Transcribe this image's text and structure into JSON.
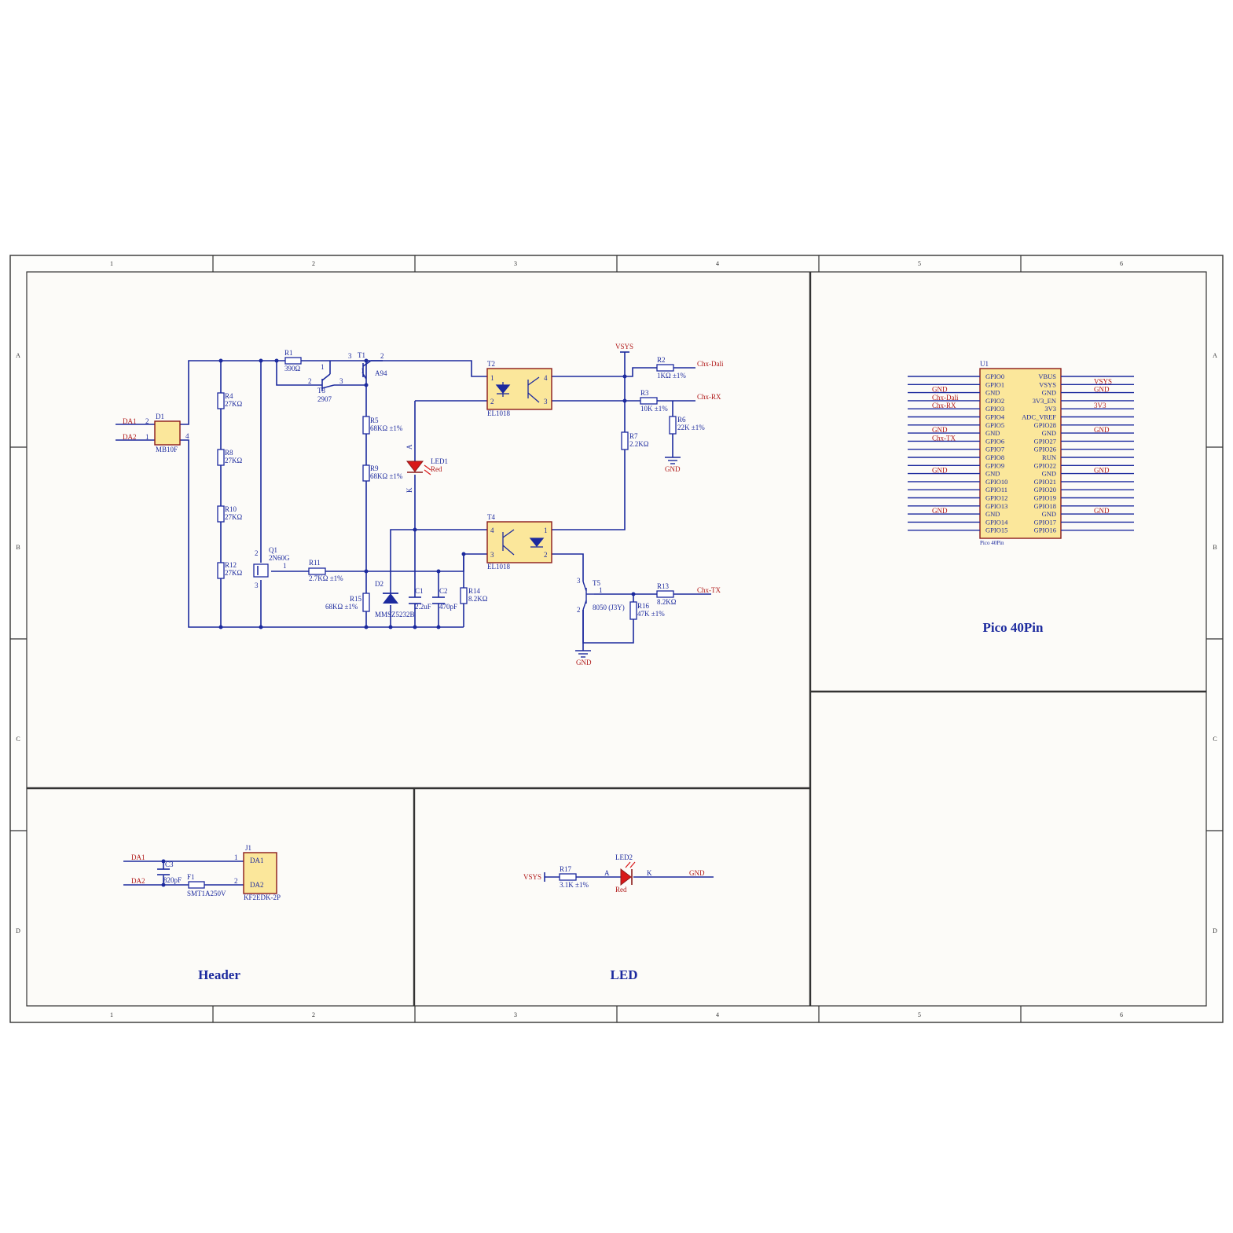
{
  "zones": {
    "cols": [
      "1",
      "2",
      "3",
      "4",
      "5",
      "6"
    ],
    "rows": [
      "A",
      "B",
      "C",
      "D"
    ]
  },
  "sections": {
    "header": "Header",
    "led": "LED",
    "pico": "Pico 40Pin"
  },
  "nets": {
    "da1": "DA1",
    "da2": "DA2",
    "vsys": "VSYS",
    "gnd": "GND",
    "chx_dali": "Chx-Dali",
    "chx_rx": "Chx-RX",
    "chx_tx": "Chx-TX",
    "v3v3": "3V3"
  },
  "components": {
    "d1": {
      "ref": "D1",
      "value": "MB10F",
      "p1": "1",
      "p2": "2",
      "p4": "4"
    },
    "r1": {
      "ref": "R1",
      "value": "390Ω"
    },
    "r2": {
      "ref": "R2",
      "value": "1KΩ ±1%"
    },
    "r3": {
      "ref": "R3",
      "value": "10K ±1%"
    },
    "r4": {
      "ref": "R4",
      "value": "27KΩ"
    },
    "r5": {
      "ref": "R5",
      "value": "68KΩ ±1%"
    },
    "r6": {
      "ref": "R6",
      "value": "22K ±1%"
    },
    "r7": {
      "ref": "R7",
      "value": "2.2KΩ"
    },
    "r8": {
      "ref": "R8",
      "value": "27KΩ"
    },
    "r9": {
      "ref": "R9",
      "value": "68KΩ ±1%"
    },
    "r10": {
      "ref": "R10",
      "value": "27KΩ"
    },
    "r11": {
      "ref": "R11",
      "value": "2.7KΩ ±1%"
    },
    "r12": {
      "ref": "R12",
      "value": "27KΩ"
    },
    "r13": {
      "ref": "R13",
      "value": "8.2KΩ"
    },
    "r14": {
      "ref": "R14",
      "value": "8.2KΩ"
    },
    "r15": {
      "ref": "R15",
      "value": "68KΩ ±1%"
    },
    "r16": {
      "ref": "R16",
      "value": "47K ±1%"
    },
    "r17": {
      "ref": "R17",
      "value": "3.1K ±1%"
    },
    "t1": {
      "ref": "T1",
      "value": "A94",
      "p1": "1",
      "p2": "2",
      "p3": "3"
    },
    "t2": {
      "ref": "T2",
      "value": "EL1018",
      "p1": "1",
      "p2": "2",
      "p3": "3",
      "p4": "4"
    },
    "t3": {
      "ref": "T3",
      "value": "2907",
      "p1": "1",
      "p2": "2",
      "p3": "3"
    },
    "t4": {
      "ref": "T4",
      "value": "EL1018",
      "p1": "1",
      "p2": "2",
      "p3": "3",
      "p4": "4"
    },
    "t5": {
      "ref": "T5",
      "value": "8050 (J3Y)",
      "p1": "1",
      "p2": "2",
      "p3": "3"
    },
    "q1": {
      "ref": "Q1",
      "value": "2N60G",
      "p1": "1",
      "p2": "2",
      "p3": "3"
    },
    "led1": {
      "ref": "LED1",
      "value": "Red",
      "a": "A",
      "k": "K"
    },
    "led2": {
      "ref": "LED2",
      "value": "Red",
      "a": "A",
      "k": "K"
    },
    "d2": {
      "ref": "D2",
      "value": "MMSZ5232B"
    },
    "c1": {
      "ref": "C1",
      "value": "2.2uF"
    },
    "c2": {
      "ref": "C2",
      "value": "470pF"
    },
    "c3": {
      "ref": "C3",
      "value": "820pF"
    },
    "f1": {
      "ref": "F1",
      "value": "SMT1A250V"
    },
    "j1": {
      "ref": "J1",
      "value": "KF2EDK-2P",
      "pin1": "DA1",
      "pin2": "DA2",
      "n1": "1",
      "n2": "2"
    }
  },
  "u1": {
    "ref": "U1",
    "name": "Pico 40Pin",
    "left_pins": [
      "GPIO0",
      "GPIO1",
      "GND",
      "GPIO2",
      "GPIO3",
      "GPIO4",
      "GPIO5",
      "GND",
      "GPIO6",
      "GPIO7",
      "GPIO8",
      "GPIO9",
      "GND",
      "GPIO10",
      "GPIO11",
      "GPIO12",
      "GPIO13",
      "GND",
      "GPIO14",
      "GPIO15"
    ],
    "right_pins": [
      "VBUS",
      "VSYS",
      "GND",
      "3V3_EN",
      "3V3",
      "ADC_VREF",
      "GPIO28",
      "GND",
      "GPIO27",
      "GPIO26",
      "RUN",
      "GPIO22",
      "GND",
      "GPIO21",
      "GPIO20",
      "GPIO19",
      "GPIO18",
      "GND",
      "GPIO17",
      "GPIO16"
    ],
    "left_nets": [
      "",
      "",
      "GND",
      "Chx-Dali",
      "Chx-RX",
      "",
      "",
      "GND",
      "Chx-TX",
      "",
      "",
      "",
      "GND",
      "",
      "",
      "",
      "",
      "GND",
      "",
      ""
    ],
    "right_nets": [
      "",
      "VSYS",
      "GND",
      "",
      "3V3",
      "",
      "",
      "GND",
      "",
      "",
      "",
      "",
      "GND",
      "",
      "",
      "",
      "",
      "GND",
      "",
      ""
    ]
  }
}
